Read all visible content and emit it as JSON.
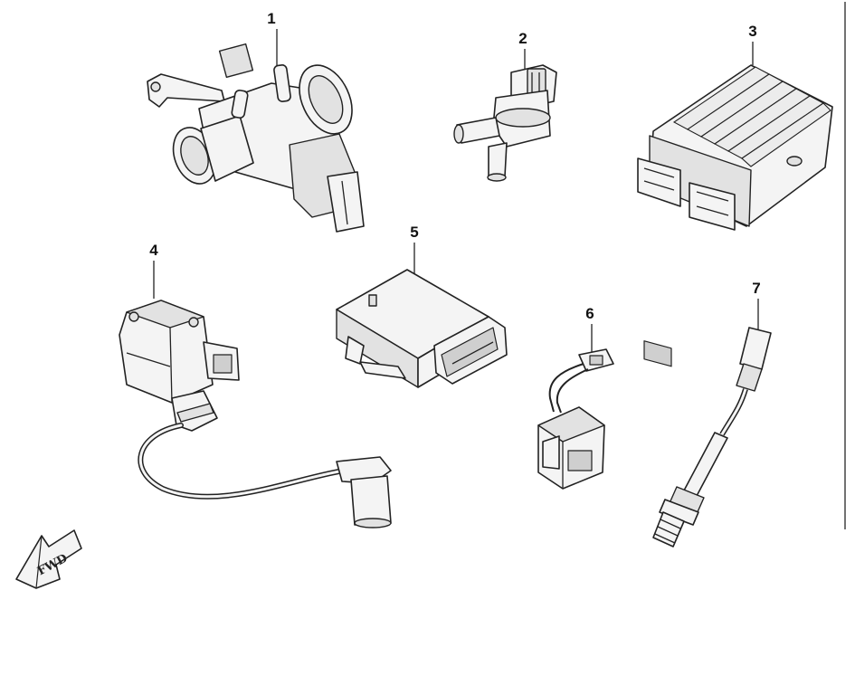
{
  "diagram": {
    "parts": [
      {
        "number": "1",
        "icon": "throttle-body-icon"
      },
      {
        "number": "2",
        "icon": "sensor-valve-icon"
      },
      {
        "number": "3",
        "icon": "regulator-rectifier-icon"
      },
      {
        "number": "4",
        "icon": "ignition-coil-icon"
      },
      {
        "number": "5",
        "icon": "ecu-module-icon"
      },
      {
        "number": "6",
        "icon": "small-coil-icon"
      },
      {
        "number": "7",
        "icon": "oxygen-sensor-icon"
      }
    ],
    "direction_marker": {
      "text": "FWD",
      "icon": "fwd-arrow-icon"
    }
  }
}
